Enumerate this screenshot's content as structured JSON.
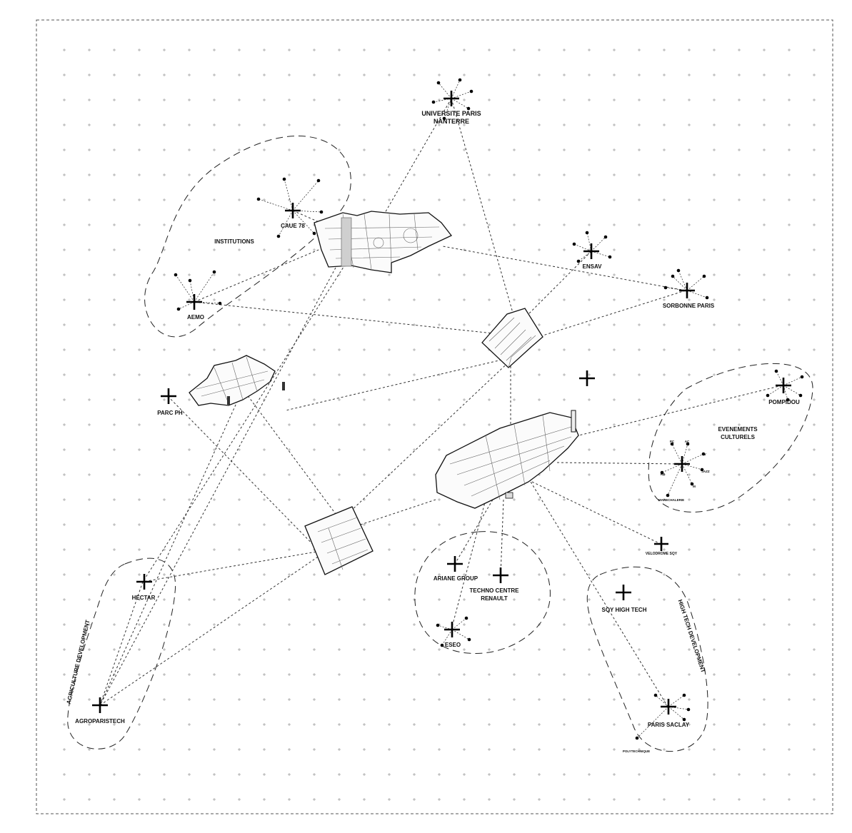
{
  "diagram": {
    "nodes": {
      "universite": {
        "line1": "UNIVERSITE PARIS",
        "line2": "NANTERRE"
      },
      "caue": "CAUE 78",
      "aemo": "AEMO",
      "ensav": "ENSAV",
      "sorbonne": "SORBONNE PARIS",
      "parc_ph": "PARC PH",
      "pompidou": "POMPIDOU",
      "velodrome": "VELODROME SQY",
      "ariane": "ARIANE GROUP",
      "techno": {
        "line1": "TECHNO CENTRE",
        "line2": "RENAULT"
      },
      "eseo": "ESEO",
      "sqy": "SQY HIGH TECH",
      "hectar": "HECTAR",
      "agroparistech": "AGROPARISTECH",
      "paris_saclay": "PARIS SACLAY",
      "polytechnique": "POLYTECHNIQUE"
    },
    "zones": {
      "institutions": "INSTITUTIONS",
      "evenements": {
        "line1": "EVENEMENTS",
        "line2": "CULTURELS"
      },
      "agriculture": "AGRICULTURE DEVELOPMENT",
      "hightech": "HIGH TECH DEVELOPMENT"
    },
    "event_points": {
      "pc": "PC",
      "ac": "AC",
      "jv": "JV",
      "rd": "RD",
      "jazz": "JAZZ",
      "ma": "M",
      "marechalerie": "MARECHALERIE"
    },
    "colors": {
      "ink": "#111111",
      "grid": "#9a9a9a",
      "frame": "#555555"
    }
  }
}
